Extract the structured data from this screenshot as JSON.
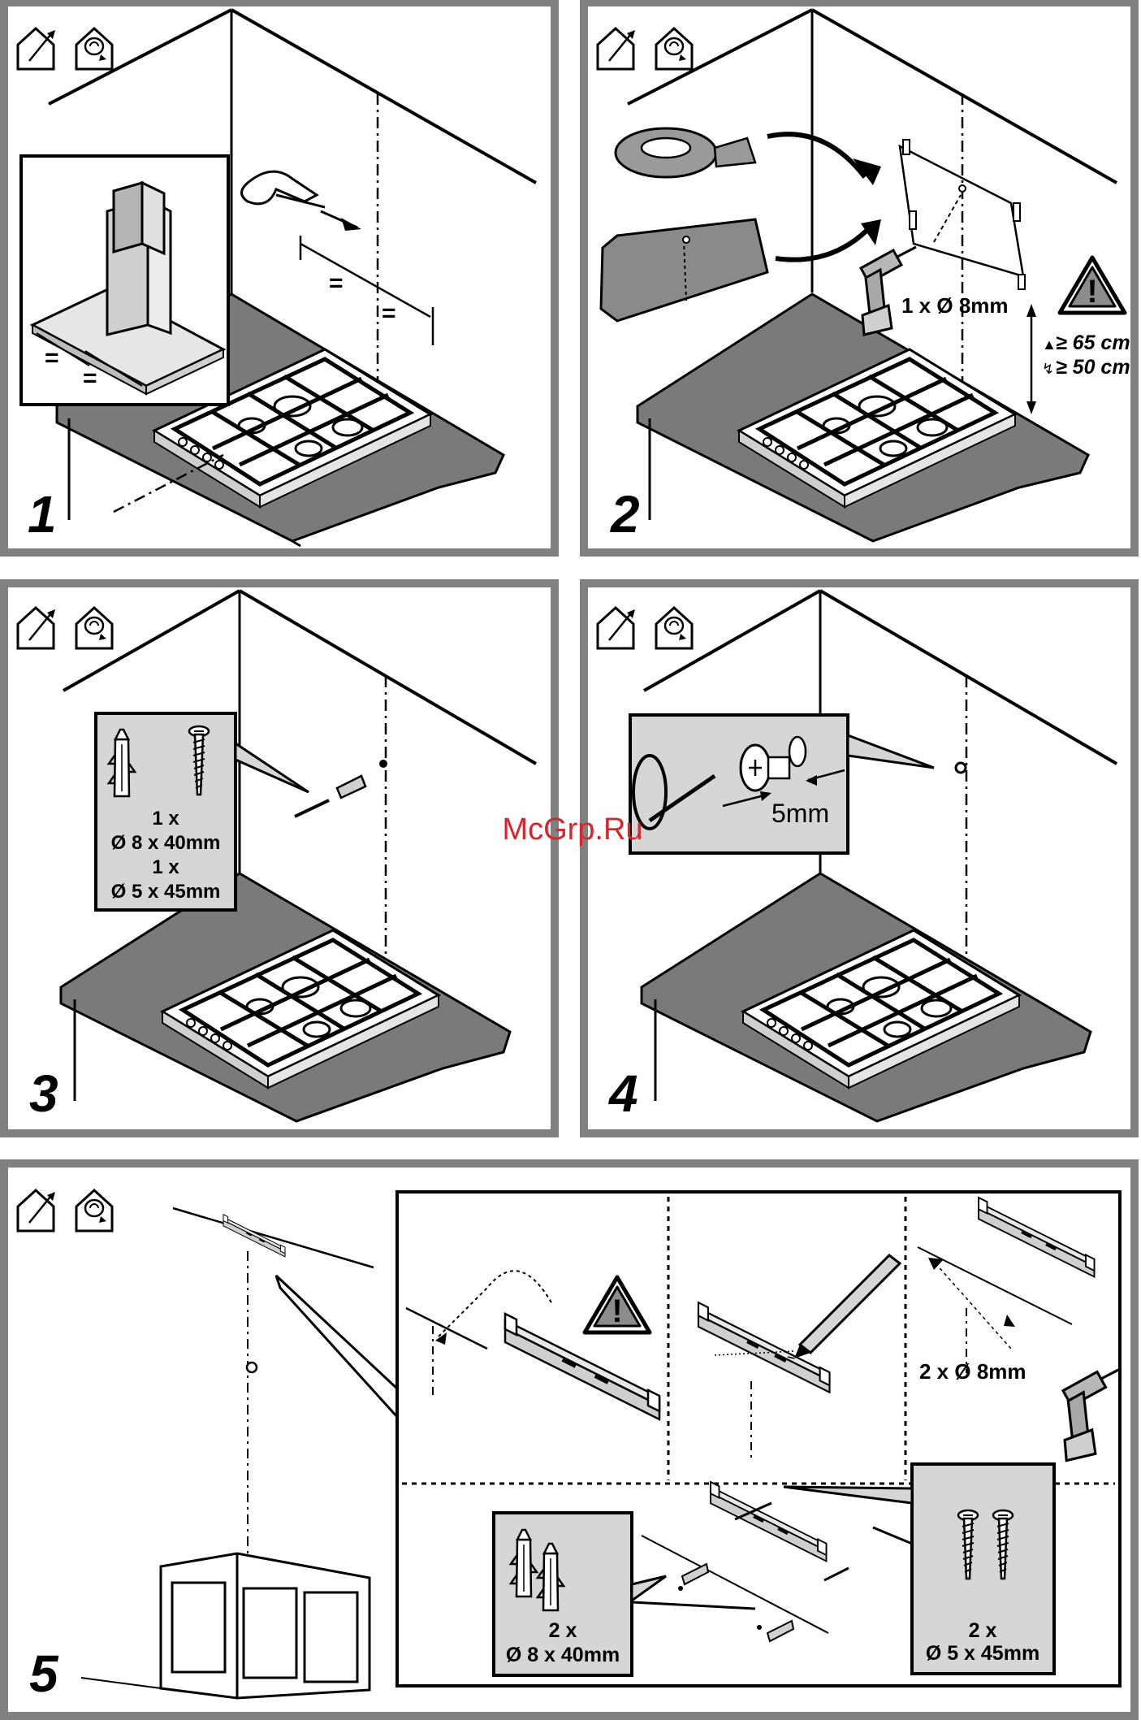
{
  "watermark": "McGrp.Ru",
  "steps": [
    {
      "number": "1",
      "labels": {
        "equal_a": "=",
        "equal_b": "=",
        "equal_c": "=",
        "equal_d": "="
      }
    },
    {
      "number": "2",
      "labels": {
        "drill": "1 x Ø 8mm",
        "gas_height": "≥ 65 cm",
        "electric_height": "≥ 50 cm",
        "warning": "!"
      }
    },
    {
      "number": "3",
      "labels": {
        "qty1": "1 x",
        "plug": "Ø 8 x 40mm",
        "qty2": "1 x",
        "screw": "Ø 5 x 45mm"
      }
    },
    {
      "number": "4",
      "labels": {
        "gap": "5mm"
      }
    },
    {
      "number": "5",
      "labels": {
        "warning": "!",
        "drill": "2 x Ø 8mm",
        "plugs_qty": "2 x",
        "plugs": "Ø 8 x 40mm",
        "screws_qty": "2 x",
        "screws": "Ø 5 x 45mm"
      }
    }
  ],
  "icons": [
    "ducted-extraction-icon",
    "recirculation-icon"
  ],
  "colors": {
    "frame": "#808080",
    "counter": "#7a7a7a",
    "inset": "#d6d6d6",
    "watermark": "#d9242a"
  }
}
